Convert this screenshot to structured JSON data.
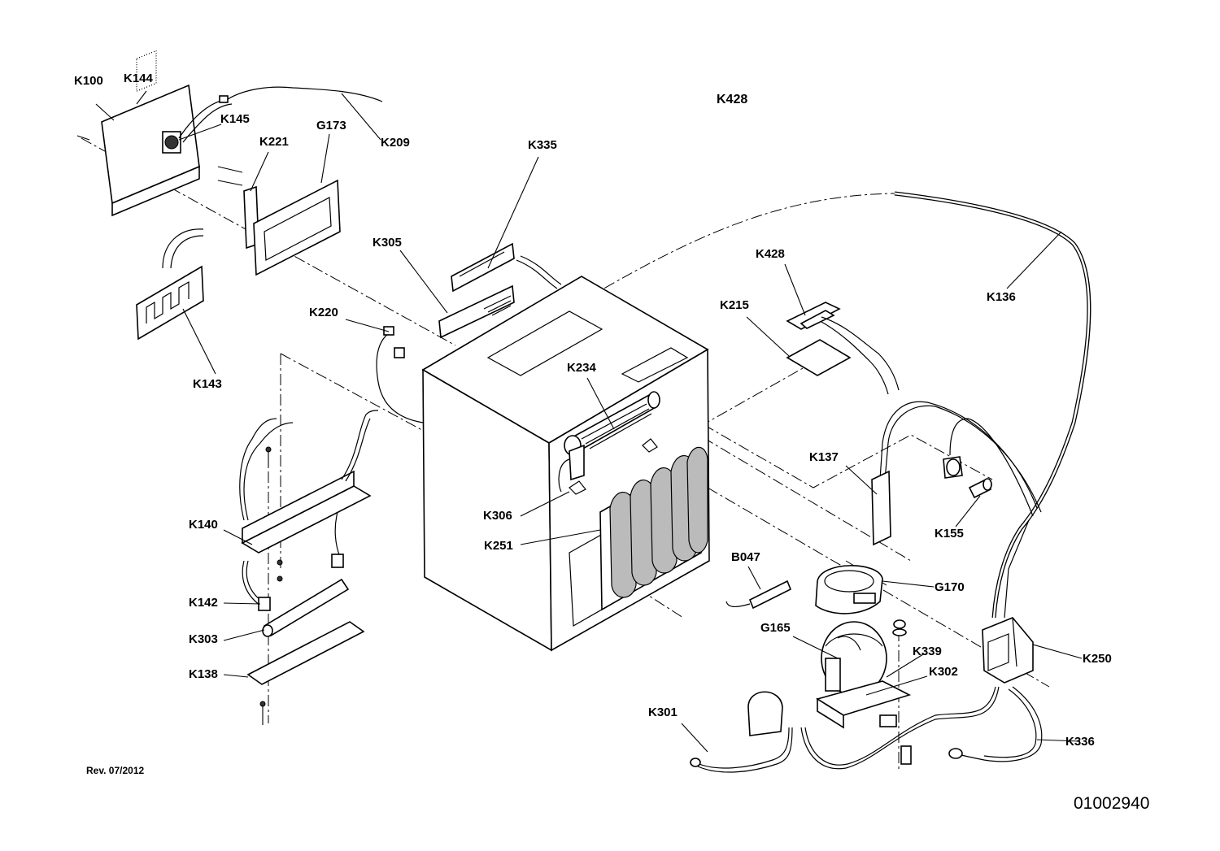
{
  "diagram": {
    "header_code": "K428",
    "revision": "Rev. 07/2012",
    "document_number": "01002940",
    "labels": {
      "k100": "K100",
      "k144": "K144",
      "k145": "K145",
      "k221": "K221",
      "g173": "G173",
      "k209": "K209",
      "k335": "K335",
      "k305": "K305",
      "k220": "K220",
      "k143": "K143",
      "k428": "K428",
      "k215": "K215",
      "k136": "K136",
      "k234": "K234",
      "k137": "K137",
      "k306": "K306",
      "k155": "K155",
      "k251": "K251",
      "k140": "K140",
      "b047": "B047",
      "g170": "G170",
      "k142": "K142",
      "g165": "G165",
      "k339": "K339",
      "k250": "K250",
      "k303": "K303",
      "k302": "K302",
      "k138": "K138",
      "k301": "K301",
      "k336": "K336"
    }
  }
}
